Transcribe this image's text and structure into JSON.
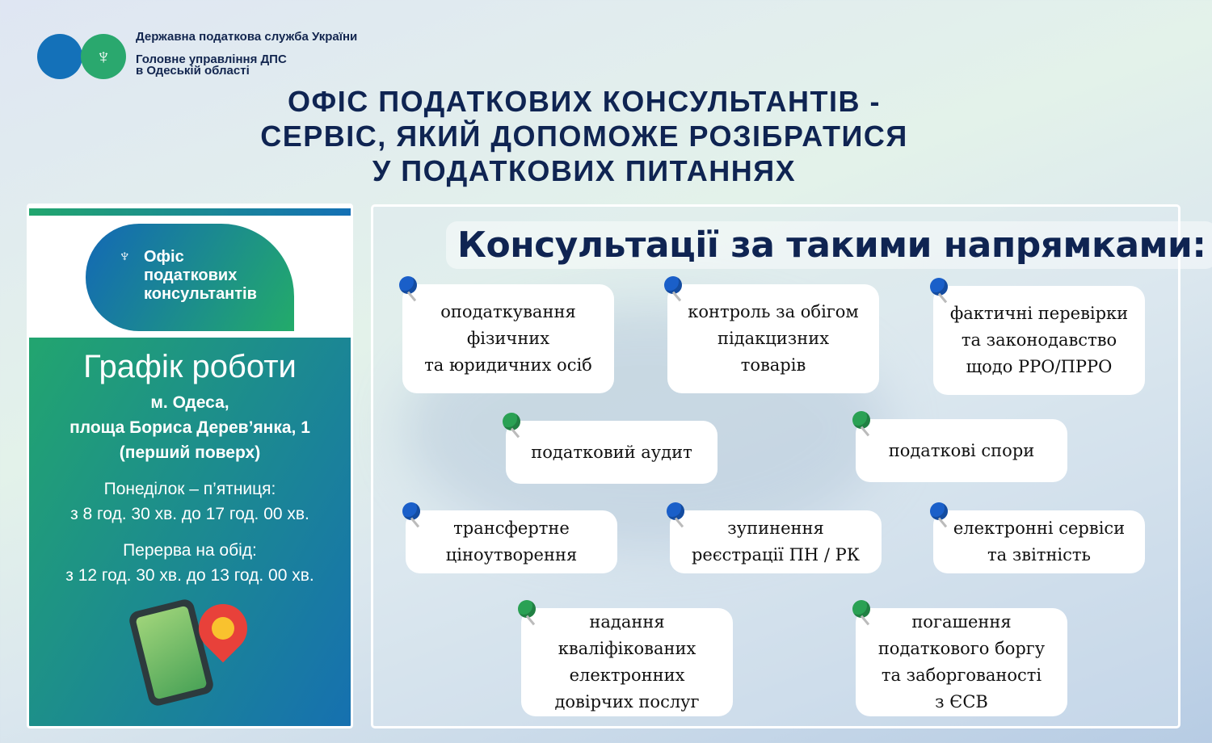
{
  "header": {
    "org": "Державна податкова служба України",
    "dept_line1": "Головне управління ДПС",
    "dept_line2": "в Одеській області",
    "title_lines": [
      "ОФІС ПОДАТКОВИХ КОНСУЛЬТАНТІВ -",
      "СЕРВІС, ЯКИЙ ДОПОМОЖЕ РОЗІБРАТИСЯ",
      "У ПОДАТКОВИХ ПИТАННЯХ"
    ]
  },
  "left": {
    "logo_lines": [
      "Офіс",
      "податкових",
      "консультантів"
    ],
    "schedule_title": "Графік роботи",
    "address": [
      "м. Одеса,",
      "площа Бориса Дерев’янка, 1",
      "(перший поверх)"
    ],
    "weekdays": "Понеділок – п’ятниця:",
    "hours": "з 8 год. 30 хв. до 17 год. 00 хв.",
    "lunch_label": "Перерва на обід:",
    "lunch_hours": "з 12 год. 30 хв. до 13 год. 00 хв."
  },
  "right": {
    "title": "Консультації за такими напрямками:",
    "cards": [
      {
        "lines": [
          "оподаткування",
          "фізичних",
          "та юридичних осіб"
        ],
        "pin": "blue"
      },
      {
        "lines": [
          "контроль за обігом",
          "підакцизних",
          "товарів"
        ],
        "pin": "blue"
      },
      {
        "lines": [
          "фактичні перевірки",
          "та законодавство",
          "щодо РРО/ПРРО"
        ],
        "pin": "blue"
      },
      {
        "lines": [
          "податковий аудит"
        ],
        "pin": "green"
      },
      {
        "lines": [
          "податкові спори"
        ],
        "pin": "green"
      },
      {
        "lines": [
          "трансфертне",
          "ціноутворення"
        ],
        "pin": "blue"
      },
      {
        "lines": [
          "зупинення",
          "реєстрації ПН / РК"
        ],
        "pin": "blue"
      },
      {
        "lines": [
          "електронні сервіси",
          "та звітність"
        ],
        "pin": "blue"
      },
      {
        "lines": [
          "надання",
          "кваліфікованих",
          "електронних",
          "довірчих послуг"
        ],
        "pin": "green"
      },
      {
        "lines": [
          "погашення",
          "податкового боргу",
          "та заборгованості",
          "з ЄСВ"
        ],
        "pin": "green"
      }
    ]
  }
}
